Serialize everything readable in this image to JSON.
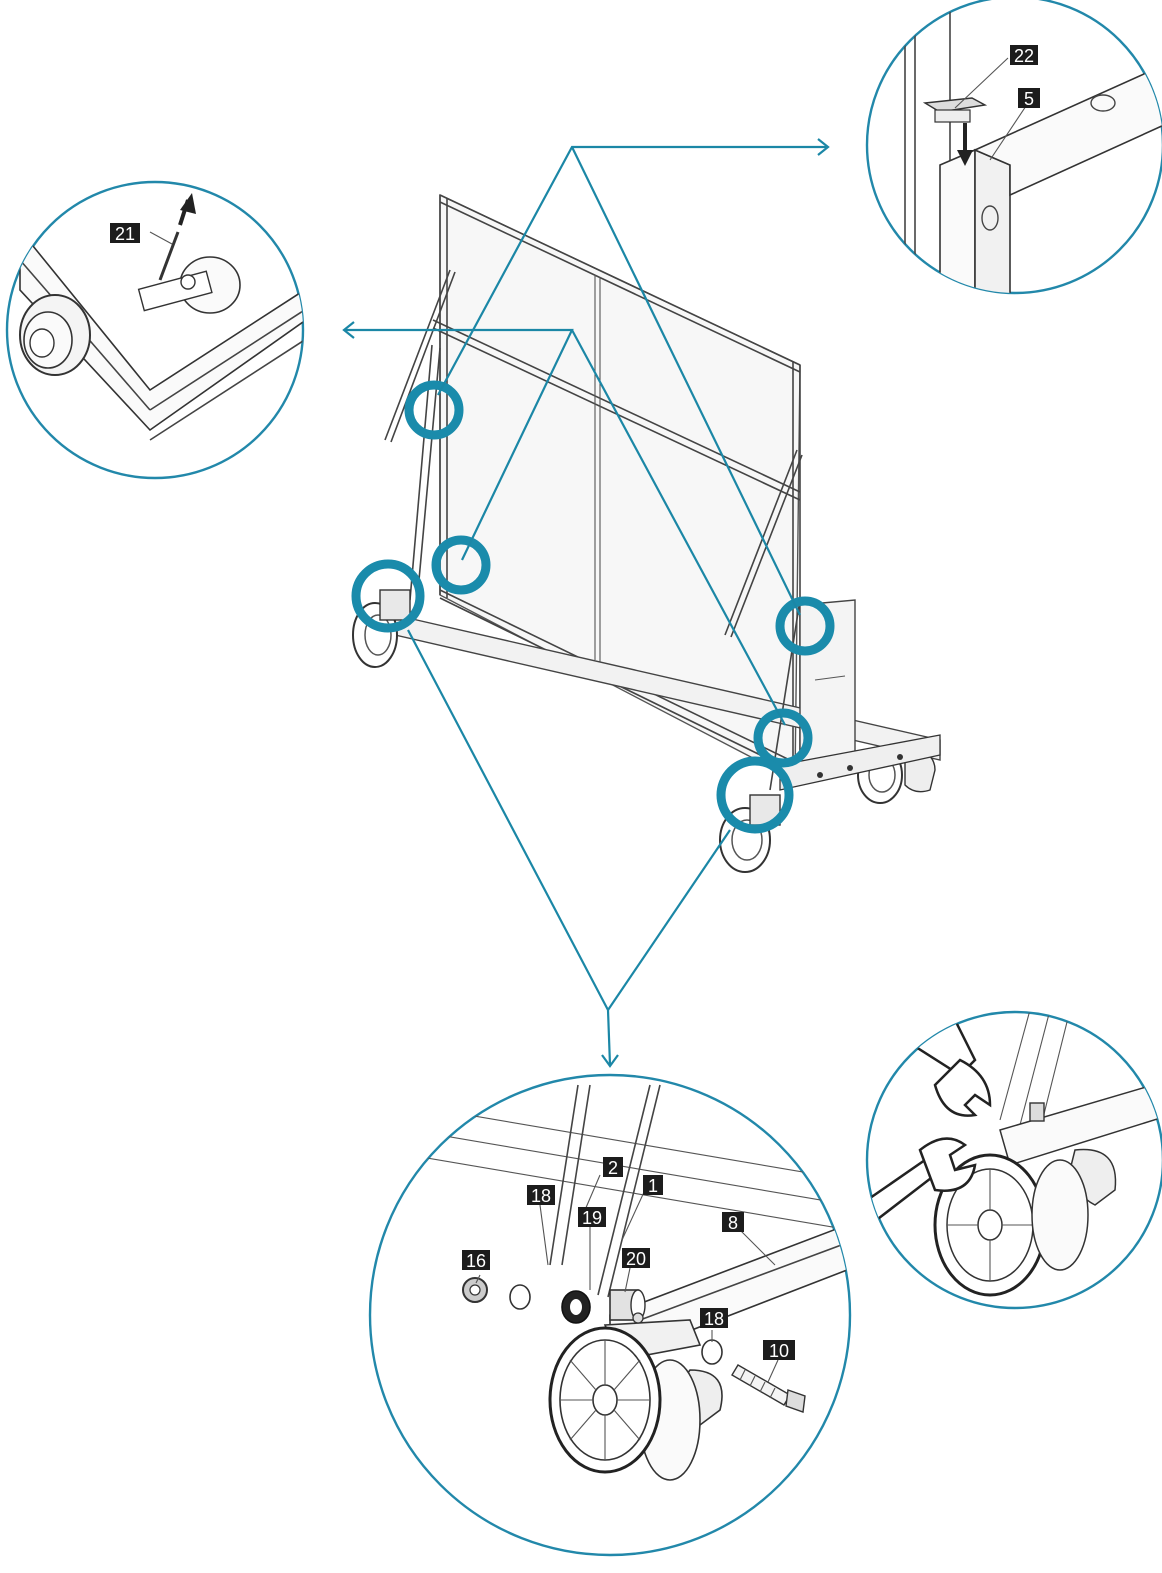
{
  "colors": {
    "callout": "#1b87a6",
    "label_bg": "#1c1c1c",
    "label_text": "#ffffff"
  },
  "labels": {
    "top_right": {
      "part_22": "22",
      "part_5": "5"
    },
    "top_left": {
      "part_21": "21"
    },
    "bottom": {
      "part_16": "16",
      "part_2": "2",
      "part_18a": "18",
      "part_1": "1",
      "part_19": "19",
      "part_20": "20",
      "part_8": "8",
      "part_18b": "18",
      "part_10": "10"
    }
  },
  "icons": [
    "wrench-icon",
    "wrench-icon",
    "arrow-icon"
  ]
}
